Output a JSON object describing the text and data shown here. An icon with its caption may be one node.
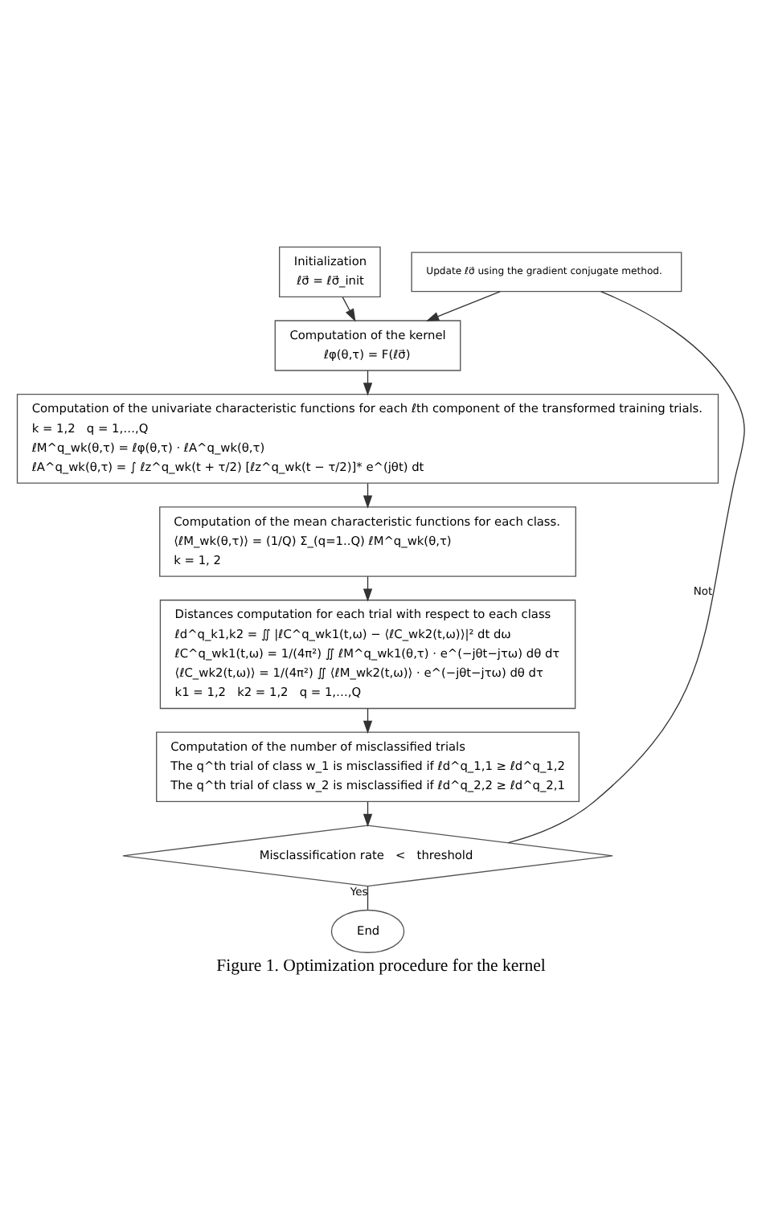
{
  "diagram": {
    "caption": "Figure 1. Optimization procedure for the kernel",
    "nodes": [
      {
        "text": [
          "Initialization",
          "ℓσ⃗ = ℓσ⃗_init"
        ]
      },
      {
        "text": [
          "Update ℓσ⃗ using the gradient conjugate method."
        ]
      },
      {
        "text": [
          "Computation of the kernel",
          "ℓφ(θ,τ) = F(ℓσ⃗)"
        ]
      },
      {
        "text": [
          "Computation of the univariate characteristic functions for each ℓth component of the transformed training trials.",
          "k = 1,2   q = 1,…,Q",
          "ℓM^q_wk(θ,τ) = ℓφ(θ,τ) · ℓA^q_wk(θ,τ)",
          "ℓA^q_wk(θ,τ) = ∫ ℓz^q_wk(t + τ/2) [ℓz^q_wk(t − τ/2)]* e^(jθt) dt"
        ]
      },
      {
        "text": [
          "Computation of the mean characteristic functions for each class.",
          "⟨ℓM_wk(θ,τ)⟩ = (1/Q) Σ_(q=1..Q) ℓM^q_wk(θ,τ)",
          "k = 1, 2"
        ]
      },
      {
        "text": [
          "Distances computation for each trial with respect to each class",
          "ℓd^q_k1,k2 = ∬ |ℓC^q_wk1(t,ω) − ⟨ℓC_wk2(t,ω)⟩|² dt dω",
          "ℓC^q_wk1(t,ω) = 1/(4π²) ∬ ℓM^q_wk1(θ,τ) · e^(−jθt−jτω) dθ dτ",
          "⟨ℓC_wk2(t,ω)⟩ = 1/(4π²) ∬ ⟨ℓM_wk2(t,ω)⟩ · e^(−jθt−jτω) dθ dτ",
          "k1 = 1,2   k2 = 1,2   q = 1,…,Q"
        ]
      },
      {
        "text": [
          "Computation of the number of misclassified trials",
          "The q^th trial of class w_1 is misclassified if ℓd^q_1,1 ≥ ℓd^q_1,2",
          "The q^th trial of class w_2 is misclassified if ℓd^q_2,2 ≥ ℓd^q_2,1"
        ]
      },
      {
        "text": [
          "Misclassification rate   <   threshold"
        ]
      },
      {
        "text": [
          "End"
        ]
      }
    ],
    "edges": [
      {
        "from": 0,
        "to": 2,
        "arrow": "to"
      },
      {
        "from": 1,
        "to": 2,
        "arrow": "to"
      },
      {
        "from": 2,
        "to": 3,
        "arrow": "to"
      },
      {
        "from": 3,
        "to": 4,
        "arrow": "to"
      },
      {
        "from": 4,
        "to": 5,
        "arrow": "to"
      },
      {
        "from": 5,
        "to": 6,
        "arrow": "to"
      },
      {
        "from": 6,
        "to": 7,
        "arrow": "to"
      },
      {
        "from": 7,
        "to": 8,
        "label": "Yes",
        "arrow": "none"
      },
      {
        "from": 7,
        "to": 1,
        "label": "Not",
        "arrow": "none"
      }
    ]
  }
}
